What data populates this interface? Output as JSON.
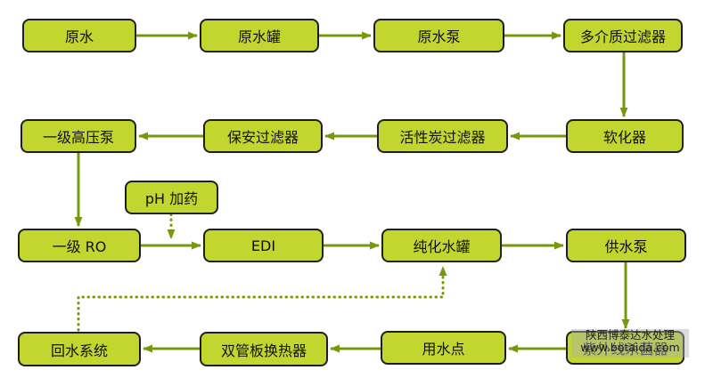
{
  "colors": {
    "background": "#ffffff",
    "node_fill": "#c3d52f",
    "node_border": "#1f1f1f",
    "arrow": "#76990b",
    "label_text": "#111111"
  },
  "nodes": {
    "raw_water": {
      "label": "原水"
    },
    "raw_water_tank": {
      "label": "原水罐"
    },
    "raw_water_pump": {
      "label": "原水泵"
    },
    "multimedia_filter": {
      "label": "多介质过滤器"
    },
    "softener": {
      "label": "软化器"
    },
    "carbon_filter": {
      "label": "活性炭过滤器"
    },
    "security_filter": {
      "label": "保安过滤器"
    },
    "hp_pump": {
      "label": "一级高压泵"
    },
    "ph_dosing": {
      "label": "pH 加药"
    },
    "ro": {
      "label": "一级 RO"
    },
    "edi": {
      "label": "EDI"
    },
    "purified_tank": {
      "label": "纯化水罐"
    },
    "supply_pump": {
      "label": "供水泵"
    },
    "uv_sterilizer": {
      "label": "紫外线杀菌器"
    },
    "use_point": {
      "label": "用水点"
    },
    "heat_exchanger": {
      "label": "双管板换热器"
    },
    "return_system": {
      "label": "回水系统"
    }
  },
  "watermark": {
    "line1": "陕西博泰达水处理",
    "line2": "www.botaida.com"
  },
  "edges": [
    {
      "from": "原水",
      "to": "原水罐",
      "style": "solid"
    },
    {
      "from": "原水罐",
      "to": "原水泵",
      "style": "solid"
    },
    {
      "from": "原水泵",
      "to": "多介质过滤器",
      "style": "solid"
    },
    {
      "from": "多介质过滤器",
      "to": "软化器",
      "style": "solid"
    },
    {
      "from": "软化器",
      "to": "活性炭过滤器",
      "style": "solid"
    },
    {
      "from": "活性炭过滤器",
      "to": "保安过滤器",
      "style": "solid"
    },
    {
      "from": "保安过滤器",
      "to": "一级高压泵",
      "style": "solid"
    },
    {
      "from": "一级高压泵",
      "to": "一级 RO",
      "style": "solid"
    },
    {
      "from": "pH 加药",
      "to": "一级 RO→EDI 管线",
      "style": "dotted"
    },
    {
      "from": "一级 RO",
      "to": "EDI",
      "style": "solid"
    },
    {
      "from": "EDI",
      "to": "纯化水罐",
      "style": "solid"
    },
    {
      "from": "纯化水罐",
      "to": "供水泵",
      "style": "solid"
    },
    {
      "from": "供水泵",
      "to": "紫外线杀菌器",
      "style": "solid"
    },
    {
      "from": "紫外线杀菌器",
      "to": "用水点",
      "style": "solid"
    },
    {
      "from": "用水点",
      "to": "双管板换热器",
      "style": "solid"
    },
    {
      "from": "双管板换热器",
      "to": "回水系统",
      "style": "solid"
    },
    {
      "from": "回水系统",
      "to": "纯化水罐",
      "style": "dotted"
    }
  ]
}
